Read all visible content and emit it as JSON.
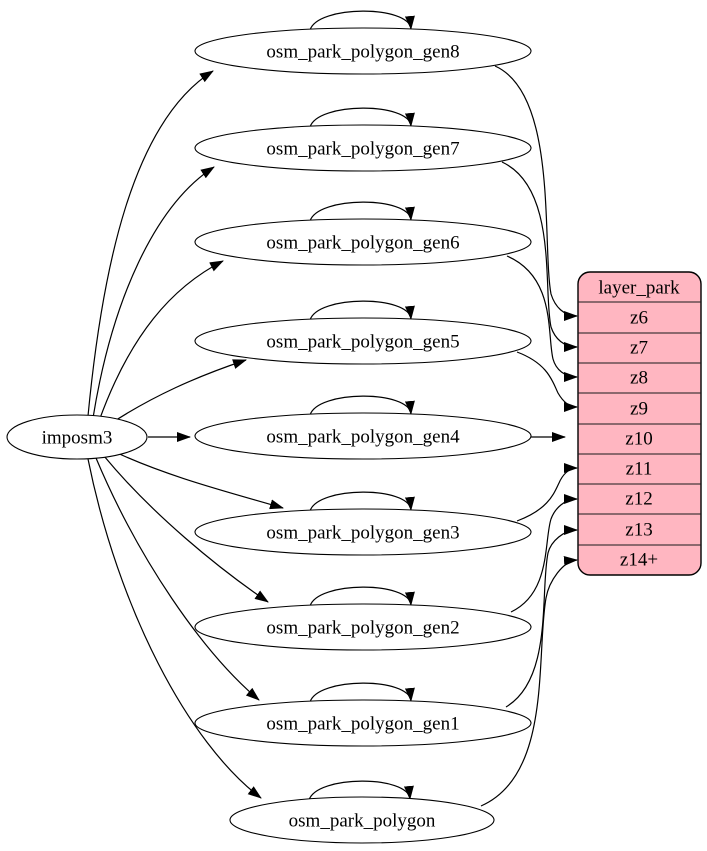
{
  "diagram": {
    "source": {
      "label": "imposm3"
    },
    "tables": [
      {
        "label": "osm_park_polygon_gen8"
      },
      {
        "label": "osm_park_polygon_gen7"
      },
      {
        "label": "osm_park_polygon_gen6"
      },
      {
        "label": "osm_park_polygon_gen5"
      },
      {
        "label": "osm_park_polygon_gen4"
      },
      {
        "label": "osm_park_polygon_gen3"
      },
      {
        "label": "osm_park_polygon_gen2"
      },
      {
        "label": "osm_park_polygon_gen1"
      },
      {
        "label": "osm_park_polygon"
      }
    ],
    "layer": {
      "title": "layer_park",
      "rows": [
        "z6",
        "z7",
        "z8",
        "z9",
        "z10",
        "z11",
        "z12",
        "z13",
        "z14+"
      ]
    },
    "edges": [
      {
        "from": "imposm3",
        "to": "osm_park_polygon_gen8"
      },
      {
        "from": "imposm3",
        "to": "osm_park_polygon_gen7"
      },
      {
        "from": "imposm3",
        "to": "osm_park_polygon_gen6"
      },
      {
        "from": "imposm3",
        "to": "osm_park_polygon_gen5"
      },
      {
        "from": "imposm3",
        "to": "osm_park_polygon_gen4"
      },
      {
        "from": "imposm3",
        "to": "osm_park_polygon_gen3"
      },
      {
        "from": "imposm3",
        "to": "osm_park_polygon_gen2"
      },
      {
        "from": "imposm3",
        "to": "osm_park_polygon_gen1"
      },
      {
        "from": "imposm3",
        "to": "osm_park_polygon"
      },
      {
        "from": "osm_park_polygon_gen8",
        "to": "osm_park_polygon_gen8"
      },
      {
        "from": "osm_park_polygon_gen7",
        "to": "osm_park_polygon_gen7"
      },
      {
        "from": "osm_park_polygon_gen6",
        "to": "osm_park_polygon_gen6"
      },
      {
        "from": "osm_park_polygon_gen5",
        "to": "osm_park_polygon_gen5"
      },
      {
        "from": "osm_park_polygon_gen4",
        "to": "osm_park_polygon_gen4"
      },
      {
        "from": "osm_park_polygon_gen3",
        "to": "osm_park_polygon_gen3"
      },
      {
        "from": "osm_park_polygon_gen2",
        "to": "osm_park_polygon_gen2"
      },
      {
        "from": "osm_park_polygon_gen1",
        "to": "osm_park_polygon_gen1"
      },
      {
        "from": "osm_park_polygon",
        "to": "osm_park_polygon"
      },
      {
        "from": "osm_park_polygon_gen8",
        "to": "layer_park.z6"
      },
      {
        "from": "osm_park_polygon_gen7",
        "to": "layer_park.z7"
      },
      {
        "from": "osm_park_polygon_gen6",
        "to": "layer_park.z8"
      },
      {
        "from": "osm_park_polygon_gen5",
        "to": "layer_park.z9"
      },
      {
        "from": "osm_park_polygon_gen4",
        "to": "layer_park.z10"
      },
      {
        "from": "osm_park_polygon_gen3",
        "to": "layer_park.z11"
      },
      {
        "from": "osm_park_polygon_gen2",
        "to": "layer_park.z12"
      },
      {
        "from": "osm_park_polygon_gen1",
        "to": "layer_park.z13"
      },
      {
        "from": "osm_park_polygon",
        "to": "layer_park.z14+"
      }
    ],
    "colors": {
      "layer_fill": "#ffb6c1",
      "node_fill": "#ffffff",
      "edge": "#000000"
    }
  }
}
